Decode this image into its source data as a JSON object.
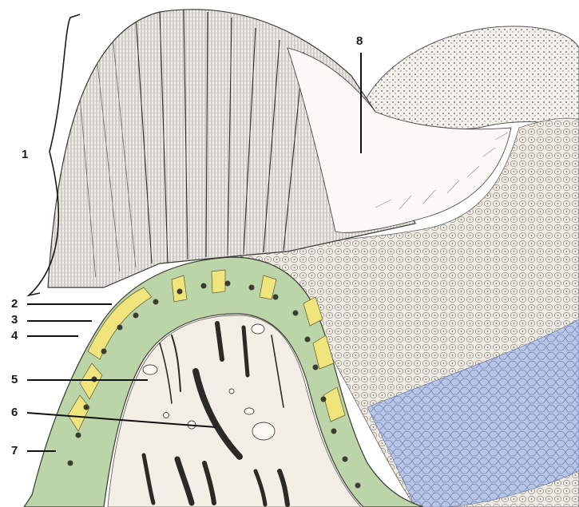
{
  "labels": {
    "l1": "1",
    "l2": "2",
    "l3": "3",
    "l4": "4",
    "l5": "5",
    "l6": "6",
    "l7": "7",
    "l8": "8"
  },
  "colors": {
    "background": "#ffffff",
    "ink": "#2a2a2a",
    "epithelium_green": "#b9d3a6",
    "epithelium_yellow": "#eee47a",
    "connective_blue": "#b3c2e6",
    "cell_matrix": "#ece8df"
  }
}
